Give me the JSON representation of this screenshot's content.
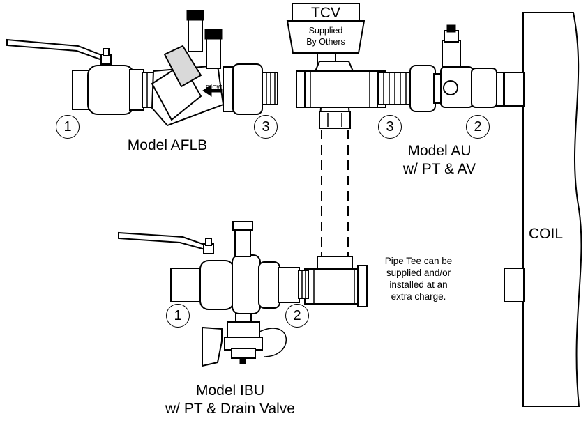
{
  "tcv": {
    "title": "TCV",
    "line1": "Supplied",
    "line2": "By Others"
  },
  "coil": {
    "label": "COIL"
  },
  "aflb": {
    "label": "Model AFLB",
    "flow": "FLOW"
  },
  "au": {
    "line1": "Model AU",
    "line2": "w/ PT & AV"
  },
  "ibu": {
    "line1": "Model IBU",
    "line2": "w/ PT & Drain Valve"
  },
  "tee_note": [
    "Pipe Tee can be",
    "supplied and/or",
    "installed at an",
    "extra charge."
  ],
  "callouts": {
    "aflb_left": "1",
    "aflb_right": "3",
    "au_left": "3",
    "au_right": "2",
    "ibu_left": "1",
    "ibu_right": "2"
  }
}
